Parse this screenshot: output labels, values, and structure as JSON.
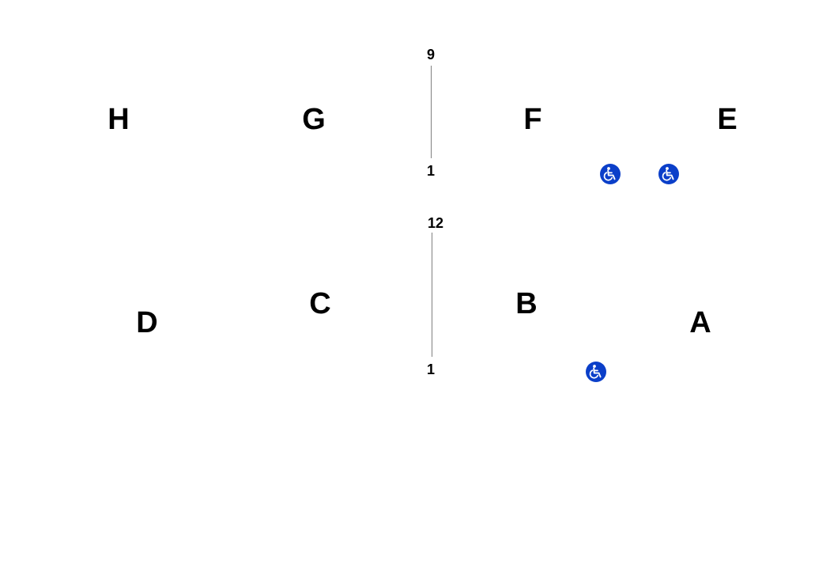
{
  "colors": {
    "background": "#ffffff",
    "text": "#000000",
    "aisle_line": "#808080",
    "accessible_icon_fill": "#0b3fc9",
    "accessible_icon_glyph": "#ffffff"
  },
  "sections": {
    "upper": {
      "H": "H",
      "G": "G",
      "F": "F",
      "E": "E"
    },
    "lower": {
      "D": "D",
      "C": "C",
      "B": "B",
      "A": "A"
    }
  },
  "aisles": {
    "upper": {
      "row_top": "9",
      "row_bottom": "1"
    },
    "lower": {
      "row_top": "12",
      "row_bottom": "1"
    }
  },
  "accessible_seating": {
    "icon": "wheelchair-icon",
    "count": 3
  }
}
